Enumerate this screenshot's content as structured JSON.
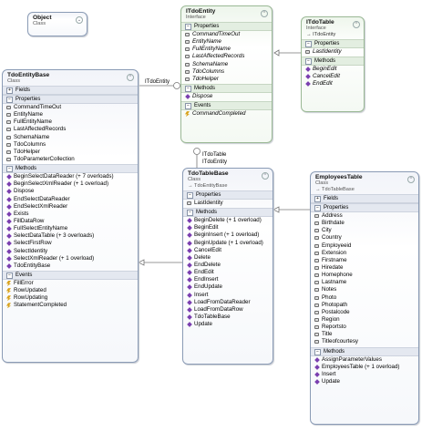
{
  "object": {
    "title": "Object",
    "sub": "Class"
  },
  "itdoentity": {
    "title": "ITdoEntity",
    "sub": "Interface",
    "sections": {
      "properties": "Properties",
      "methods": "Methods",
      "events": "Events"
    },
    "properties": [
      "CommandTimeOut",
      "EntityName",
      "FullEntityName",
      "LastAffectedRecords",
      "SchemaName",
      "TdoColumns",
      "TdoHelper"
    ],
    "methods": [
      "Dispose"
    ],
    "events": [
      "CommandCompleted"
    ]
  },
  "itdotable": {
    "title": "ITdoTable",
    "sub": "Interface",
    "inherits": "→ ITdoEntity",
    "sections": {
      "properties": "Properties",
      "methods": "Methods"
    },
    "properties": [
      "LastIdentity"
    ],
    "methods": [
      "BeginEdit",
      "CancelEdit",
      "EndEdit"
    ]
  },
  "tdoentitybase": {
    "title": "TdoEntityBase",
    "sub": "Class",
    "sections": {
      "fields": "Fields",
      "properties": "Properties",
      "methods": "Methods",
      "events": "Events"
    },
    "properties": [
      "CommandTimeOut",
      "EntityName",
      "FullEntityName",
      "LastAffectedRecords",
      "SchemaName",
      "TdoColumns",
      "TdoHelper",
      "TdoParameterCollection"
    ],
    "methods": [
      "BeginSelectDataReader (+ 7 overloads)",
      "BeginSelectXmlReader (+ 1 overload)",
      "Dispose",
      "EndSelectDataReader",
      "EndSelectXmlReader",
      "Exists",
      "FillDataRow",
      "FullSelectEntityName",
      "SelectDataTable (+ 3 overloads)",
      "SelectFirstRow",
      "SelectIdentity",
      "SelectXmlReader (+ 1 overload)",
      "TdoEntityBase"
    ],
    "events": [
      "FillError",
      "RowUpdated",
      "RowUpdating",
      "StatementCompleted"
    ]
  },
  "tdotablebase": {
    "title": "TdoTableBase",
    "sub": "Class",
    "inherits": "→ TdoEntityBase",
    "sections": {
      "properties": "Properties",
      "methods": "Methods"
    },
    "properties": [
      "LastIdentity"
    ],
    "methods": [
      "BeginDelete (+ 1 overload)",
      "BeginEdit",
      "BeginInsert (+ 1 overload)",
      "BeginUpdate (+ 1 overload)",
      "CancelEdit",
      "Delete",
      "EndDelete",
      "EndEdit",
      "EndInsert",
      "EndUpdate",
      "Insert",
      "LoadFromDataReader",
      "LoadFromDataRow",
      "TdoTableBase",
      "Update"
    ]
  },
  "employeestable": {
    "title": "EmployeesTable",
    "sub": "Class",
    "inherits": "→ TdoTableBase",
    "sections": {
      "fields": "Fields",
      "properties": "Properties",
      "methods": "Methods"
    },
    "properties": [
      "Address",
      "Birthdate",
      "City",
      "Country",
      "Employeeid",
      "Extension",
      "Firstname",
      "Hiredate",
      "Homephone",
      "Lastname",
      "Notes",
      "Photo",
      "Photopath",
      "Postalcode",
      "Region",
      "Reportsto",
      "Title",
      "Titleofcourtesy"
    ],
    "methods": [
      "AssignParameterValues",
      "EmployeesTable (+ 1 overload)",
      "Insert",
      "Update"
    ]
  },
  "connectors": {
    "lollipop_itdoentity": "ITdoEntity",
    "lollipop_itdotable": "ITdoTable",
    "lollipop_itdoentity2": "ITdoEntity"
  },
  "colors": {
    "class_border": "#8a9bb5",
    "interface_border": "#9ab895",
    "section_bg": "#e4e8f0",
    "method_icon": "#7a3fb0",
    "event_icon": "#d9a21c"
  }
}
